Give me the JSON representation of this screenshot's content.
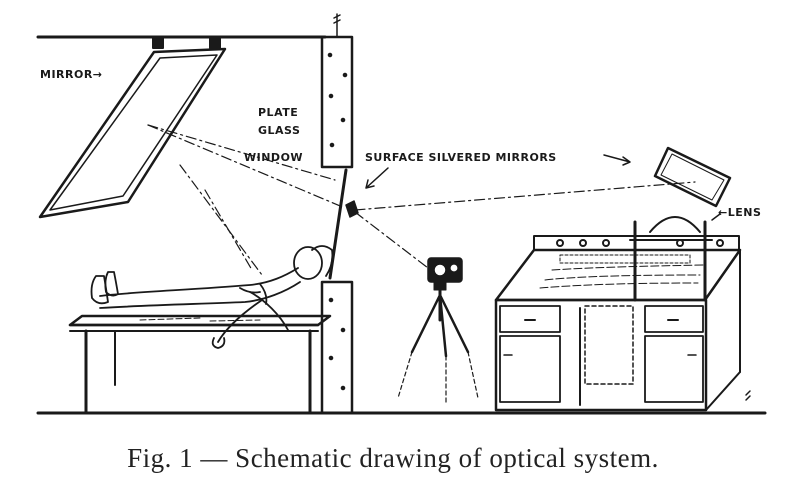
{
  "labels": {
    "mirror": "MIRROR→",
    "plate_glass_1": "PLATE",
    "plate_glass_2": "GLASS",
    "window": "WINDOW",
    "surface_mirrors": "SURFACE SILVERED MIRRORS",
    "lens": "←LENS"
  },
  "caption": "Fig. 1 — Schematic drawing of optical system.",
  "colors": {
    "ink": "#1a1a1a",
    "paper": "#ffffff"
  }
}
